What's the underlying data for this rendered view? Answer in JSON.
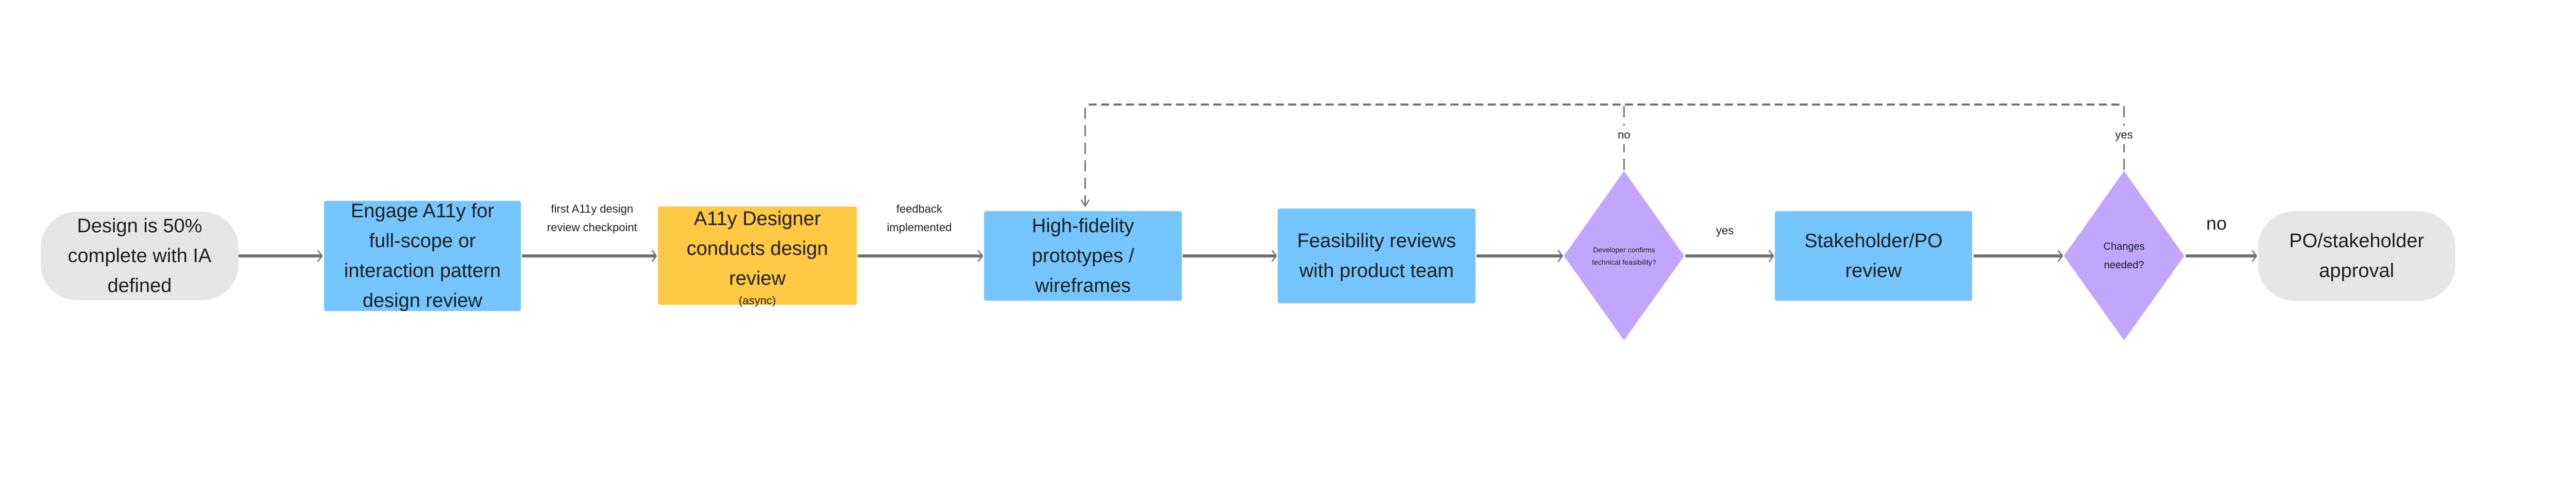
{
  "nodes": {
    "start": "Design is 50% complete with IA defined",
    "engage": "Engage A11y for full-scope or interaction pattern design review",
    "a11y_review": {
      "title": "A11y Designer conducts design review",
      "note": "(async)"
    },
    "hifi": "High-fidelity prototypes / wireframes",
    "feasibility": "Feasibility reviews with product team",
    "decision_feasible": "Developer confirms technical feasibility?",
    "stakeholder": "Stakeholder/PO review",
    "decision_changes": "Changes needed?",
    "end": "PO/stakeholder approval"
  },
  "edge_labels": {
    "checkpoint": "first A11y design review checkpoint",
    "feedback": "feedback implemented",
    "feasible_yes": "yes",
    "feasible_no": "no",
    "changes_yes": "yes",
    "changes_no": "no"
  },
  "colors": {
    "terminal": "#e6e6e6",
    "process": "#75c6fe",
    "a11y": "#ffc943",
    "decision": "#c2a5fc",
    "connector": "#707070"
  }
}
